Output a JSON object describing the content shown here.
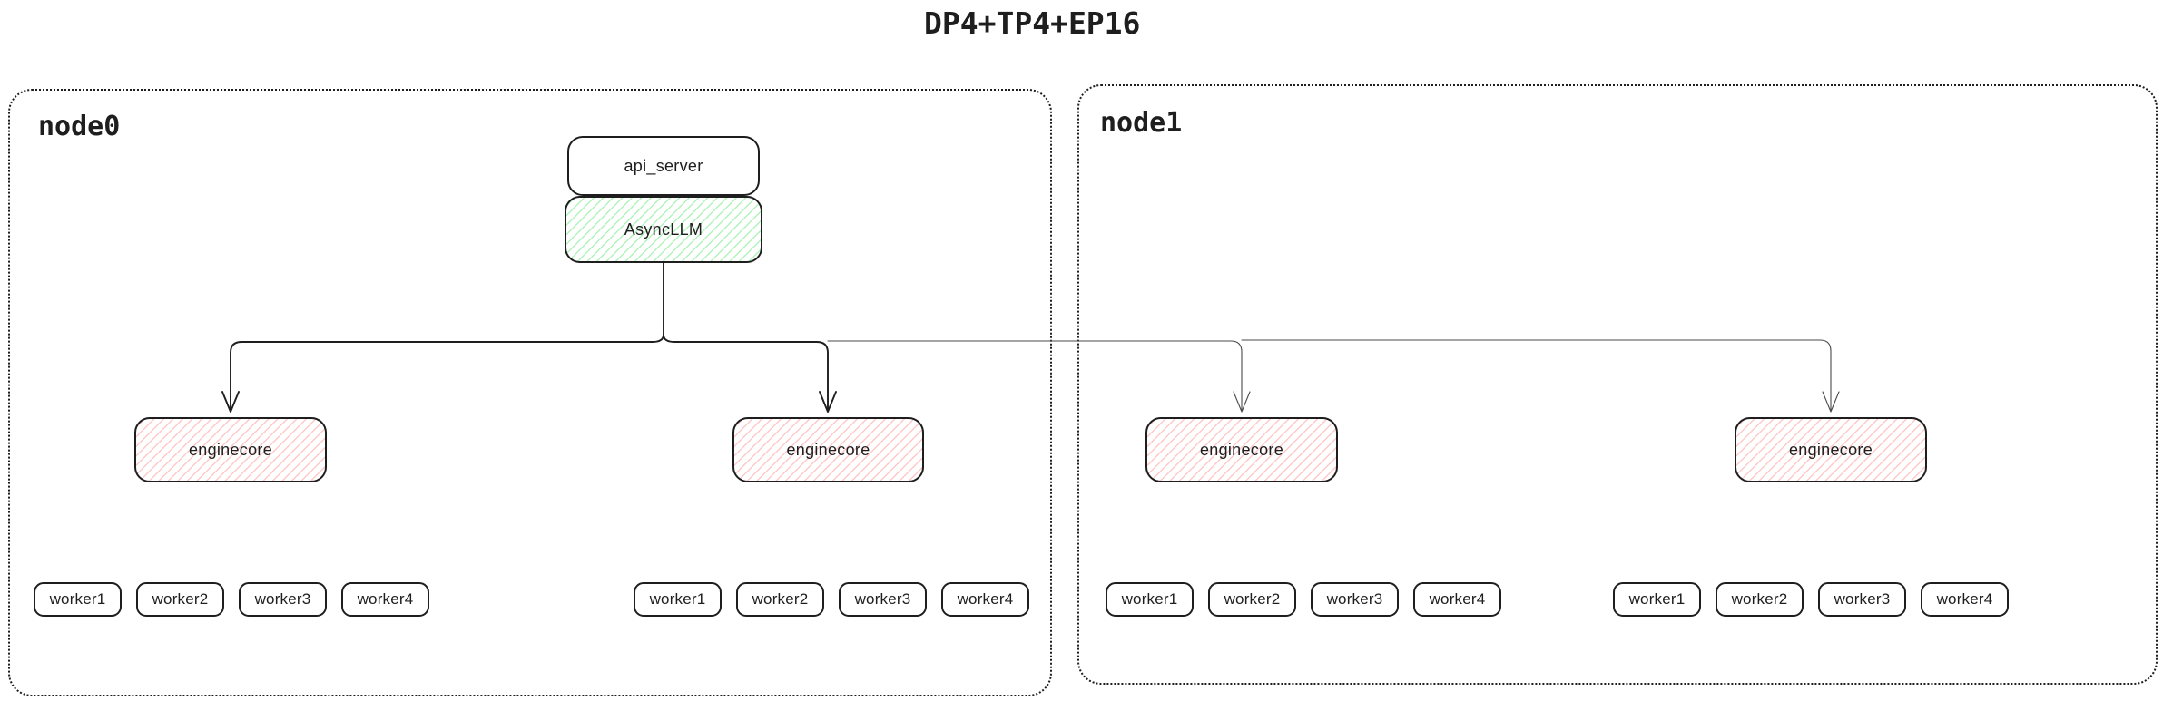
{
  "title": "DP4+TP4+EP16",
  "colors": {
    "stroke": "#1e1e1e",
    "thin_arrow": "#4a4a4a",
    "green_hatch": "#b2f2bb",
    "red_hatch": "#ffc9c9",
    "background": "#ffffff"
  },
  "nodes": [
    {
      "label": "node0",
      "api_server_label": "api_server",
      "asyncllm_label": "AsyncLLM",
      "enginecores": [
        "enginecore",
        "enginecore"
      ],
      "worker_groups": [
        [
          "worker1",
          "worker2",
          "worker3",
          "worker4"
        ],
        [
          "worker1",
          "worker2",
          "worker3",
          "worker4"
        ]
      ]
    },
    {
      "label": "node1",
      "enginecores": [
        "enginecore",
        "enginecore"
      ],
      "worker_groups": [
        [
          "worker1",
          "worker2",
          "worker3",
          "worker4"
        ],
        [
          "worker1",
          "worker2",
          "worker3",
          "worker4"
        ]
      ]
    }
  ]
}
